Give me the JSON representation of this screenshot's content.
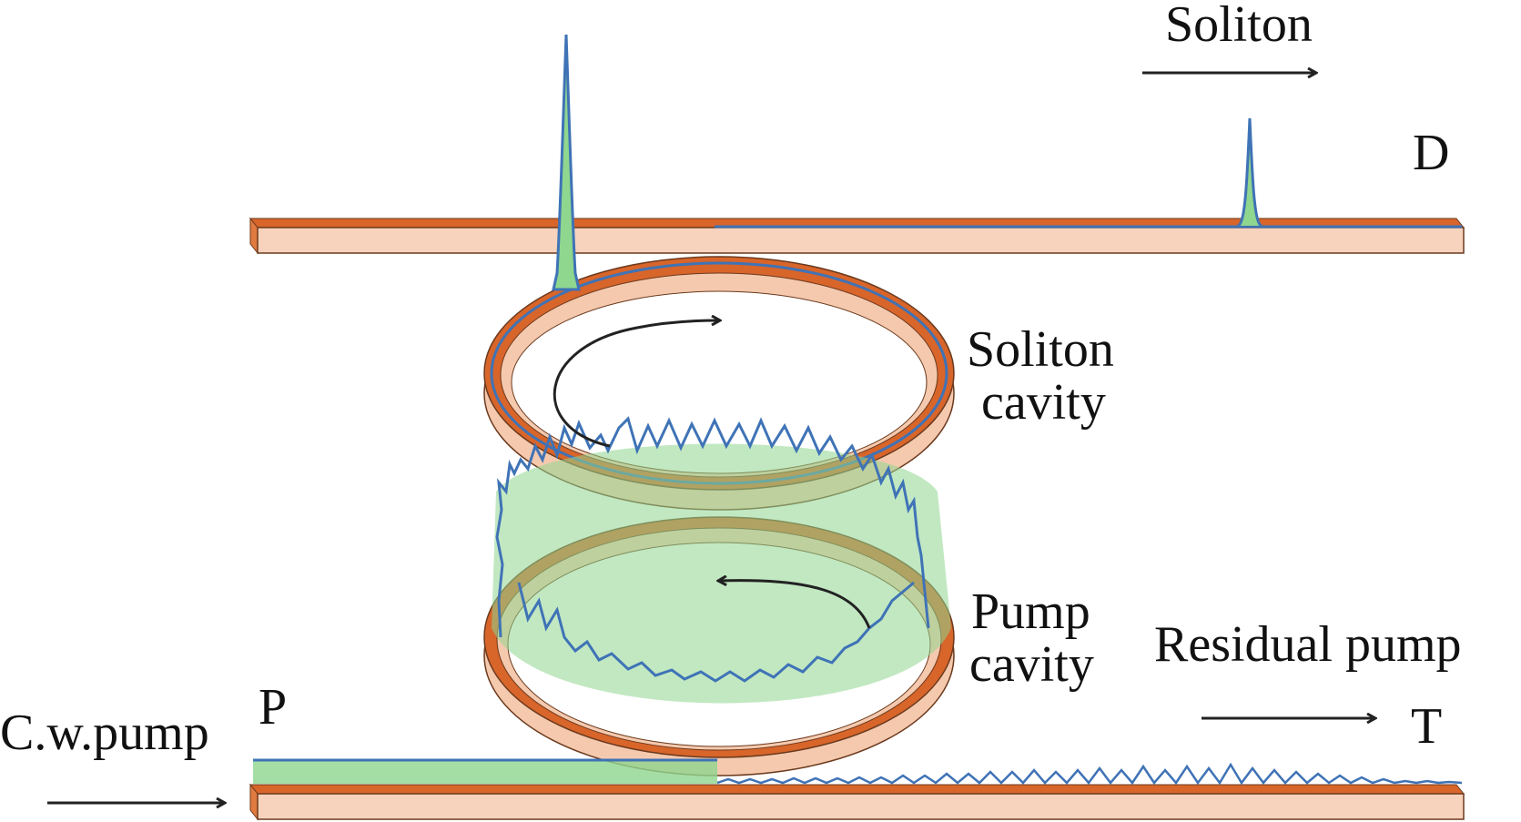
{
  "labels": {
    "soliton": "Soliton",
    "drop_port": "D",
    "soliton_cavity_line1": "Soliton",
    "soliton_cavity_line2": "cavity",
    "pump_cavity_line1": "Pump",
    "pump_cavity_line2": "cavity",
    "residual_pump": "Residual pump",
    "through_port": "T",
    "cw_pump": "C.w.pump",
    "pump_port": "P"
  },
  "colors": {
    "waveguide_face": "#f5c9ae",
    "waveguide_edge": "#d8652a",
    "waveguide_outline": "#6b3a1e",
    "signal_blue": "#3f73b6",
    "pump_green": "#8fd68f",
    "pump_green_fill": "#c6ecc0",
    "arrow": "#222222"
  },
  "icons": {
    "soliton_arrow": "arrow-right-icon",
    "residual_arrow": "arrow-right-icon",
    "pump_arrow": "arrow-right-icon",
    "soliton_circulation": "curved-arrow-clockwise-icon",
    "pump_circulation": "curved-arrow-counterclockwise-icon"
  }
}
